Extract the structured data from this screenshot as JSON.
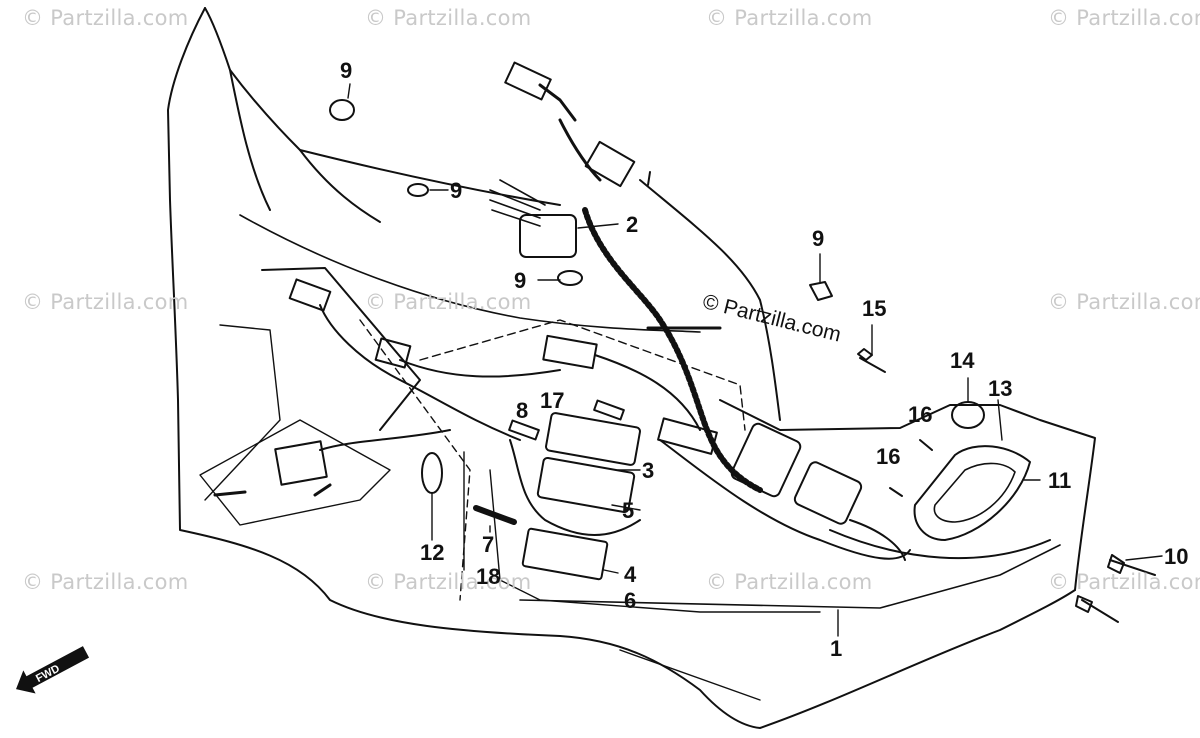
{
  "watermarks": [
    "© Partzilla.com",
    "© Partzilla.com",
    "© Partzilla.com",
    "© Partzilla.com",
    "© Partzilla.com",
    "© Partzilla.com",
    "© Partzilla.com",
    "© Partzilla.com",
    "© Partzilla.com",
    "© Partzilla.com",
    "© Partzilla.com"
  ],
  "center_mark": "© Partzilla.com",
  "callouts": {
    "c9a": "9",
    "c9b": "9",
    "c9c": "9",
    "c9d": "9",
    "c2": "2",
    "c15": "15",
    "c14": "14",
    "c13": "13",
    "c16a": "16",
    "c16b": "16",
    "c11": "11",
    "c10": "10",
    "c8": "8",
    "c17": "17",
    "c3": "3",
    "c5": "5",
    "c4": "4",
    "c6": "6",
    "c12": "12",
    "c7": "7",
    "c18": "18",
    "c1": "1"
  },
  "fwd_label": "FWD",
  "colors": {
    "ink": "#111111",
    "watermark": "#c9c9c9",
    "background": "#ffffff"
  }
}
